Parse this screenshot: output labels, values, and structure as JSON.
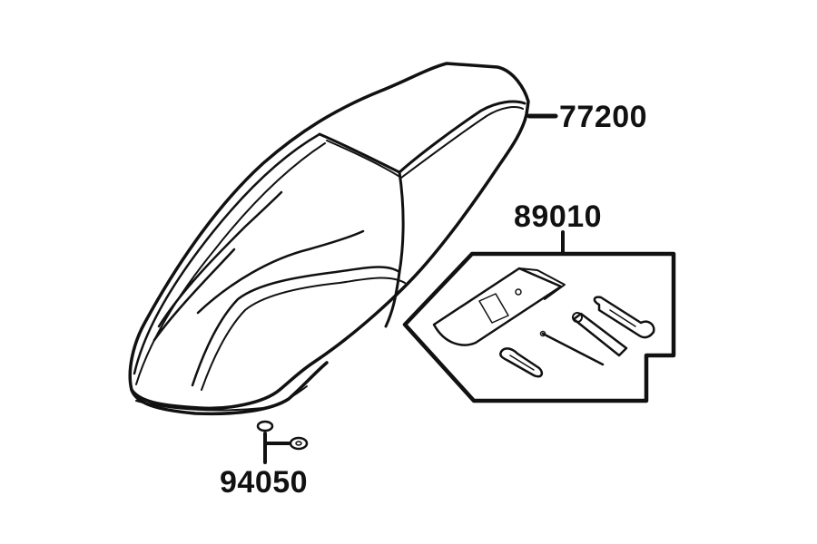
{
  "diagram": {
    "parts": [
      {
        "id": "77200",
        "label": "77200",
        "description": "seat"
      },
      {
        "id": "89010",
        "label": "89010",
        "description": "tool kit"
      },
      {
        "id": "94050",
        "label": "94050",
        "description": "bolt and washer"
      }
    ]
  }
}
